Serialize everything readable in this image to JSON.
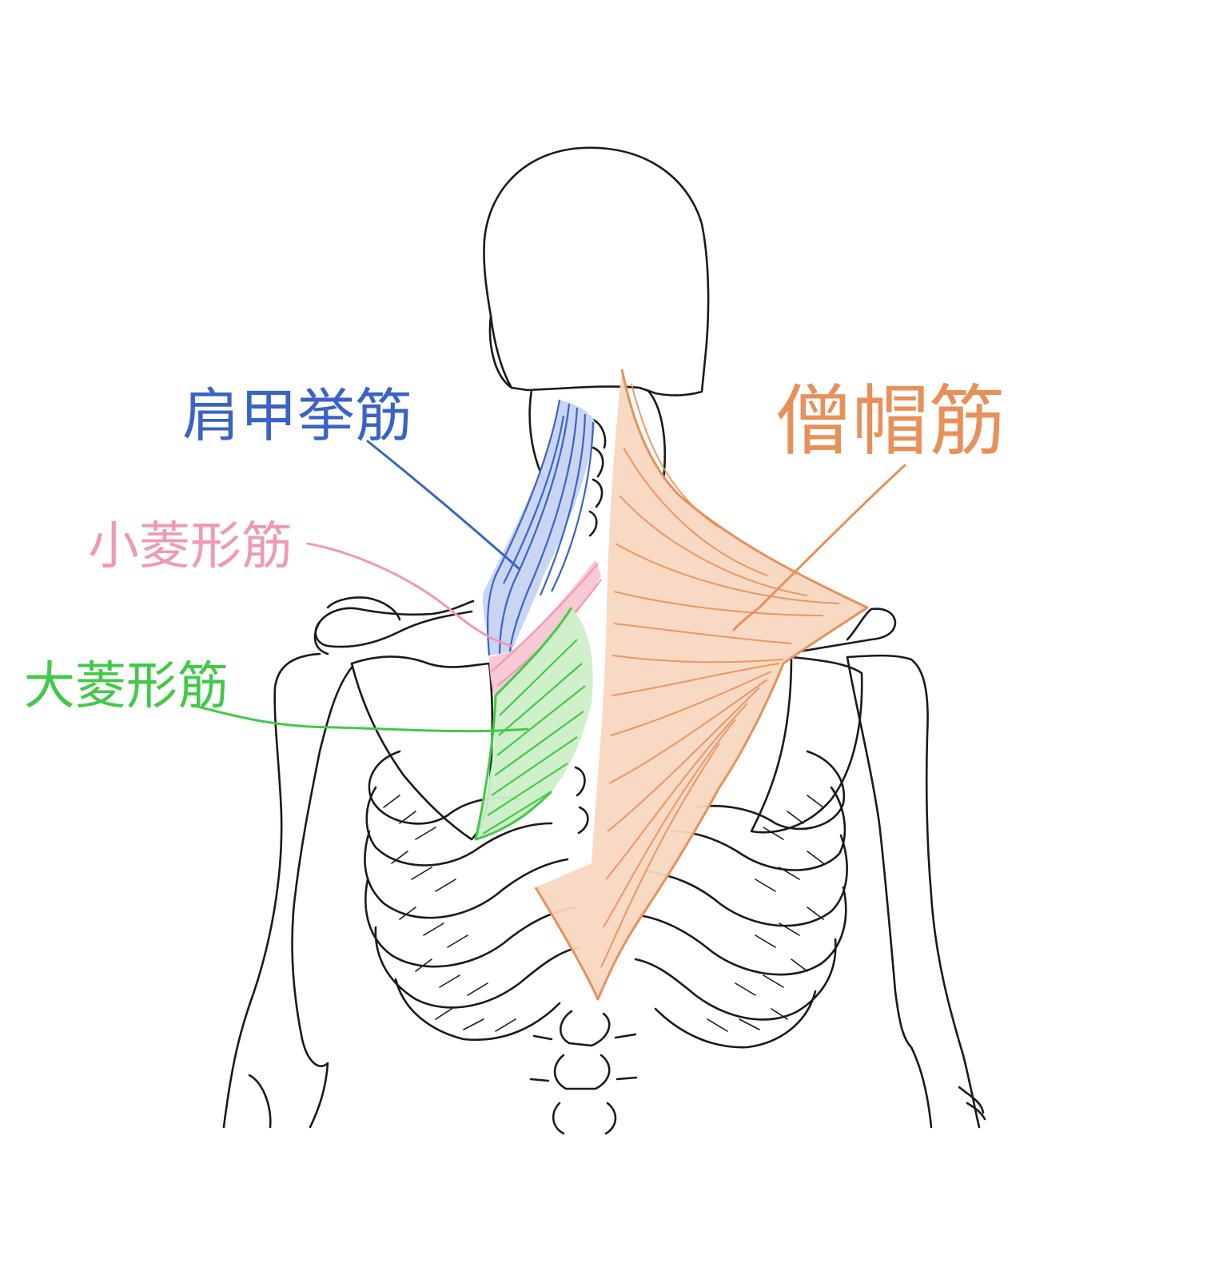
{
  "labels": {
    "levator_scapulae": "肩甲挙筋",
    "rhomboid_minor": "小菱形筋",
    "rhomboid_major": "大菱形筋",
    "trapezius": "僧帽筋"
  },
  "colors": {
    "outline": "#1a1a1a",
    "levator_scapulae": "#3a63c9",
    "levator_fill": "#c7d3f2",
    "rhomboid_minor": "#ef9ab3",
    "rhomboid_minor_fill": "#f7c6d3",
    "rhomboid_major": "#43c94a",
    "rhomboid_major_fill": "#cdeec8",
    "trapezius": "#e8905a",
    "trapezius_fill": "#f8d7c0"
  }
}
